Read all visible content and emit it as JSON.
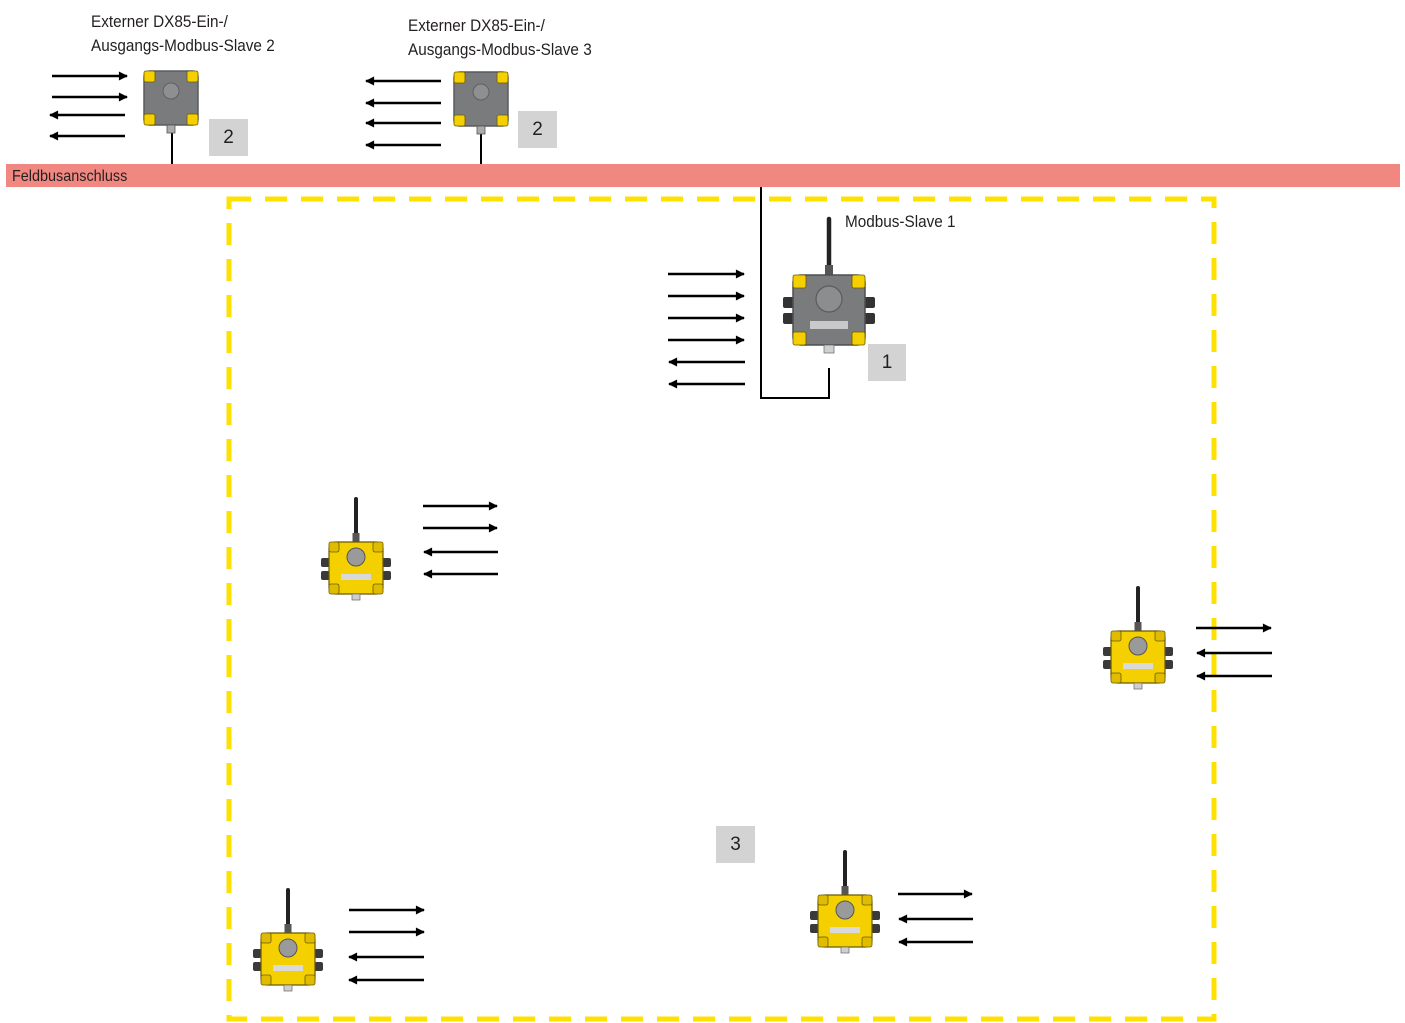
{
  "fieldbus": {
    "label": "Feldbusanschluss",
    "color": "#f08780"
  },
  "zone": {
    "color": "#ffe100"
  },
  "slaves": {
    "slave2": {
      "line1": "Externer DX85-Ein-/",
      "line2": "Ausgangs-Modbus-Slave 2",
      "badge": "2"
    },
    "slave3": {
      "line1": "Externer DX85-Ein-/",
      "line2": "Ausgangs-Modbus-Slave 3",
      "badge": "2"
    },
    "slave1": {
      "label": "Modbus-Slave 1",
      "badge": "1"
    }
  },
  "wireless_group": {
    "badge": "3"
  },
  "colors": {
    "device_yellow": "#f5d000",
    "device_gray": "#7d7f80",
    "badge_bg": "#d3d3d3",
    "ink": "#231f20"
  },
  "icons": [
    "dx85-gray-module-icon",
    "wireless-node-icon",
    "wireless-gateway-icon",
    "arrow-right-icon",
    "arrow-left-icon"
  ]
}
